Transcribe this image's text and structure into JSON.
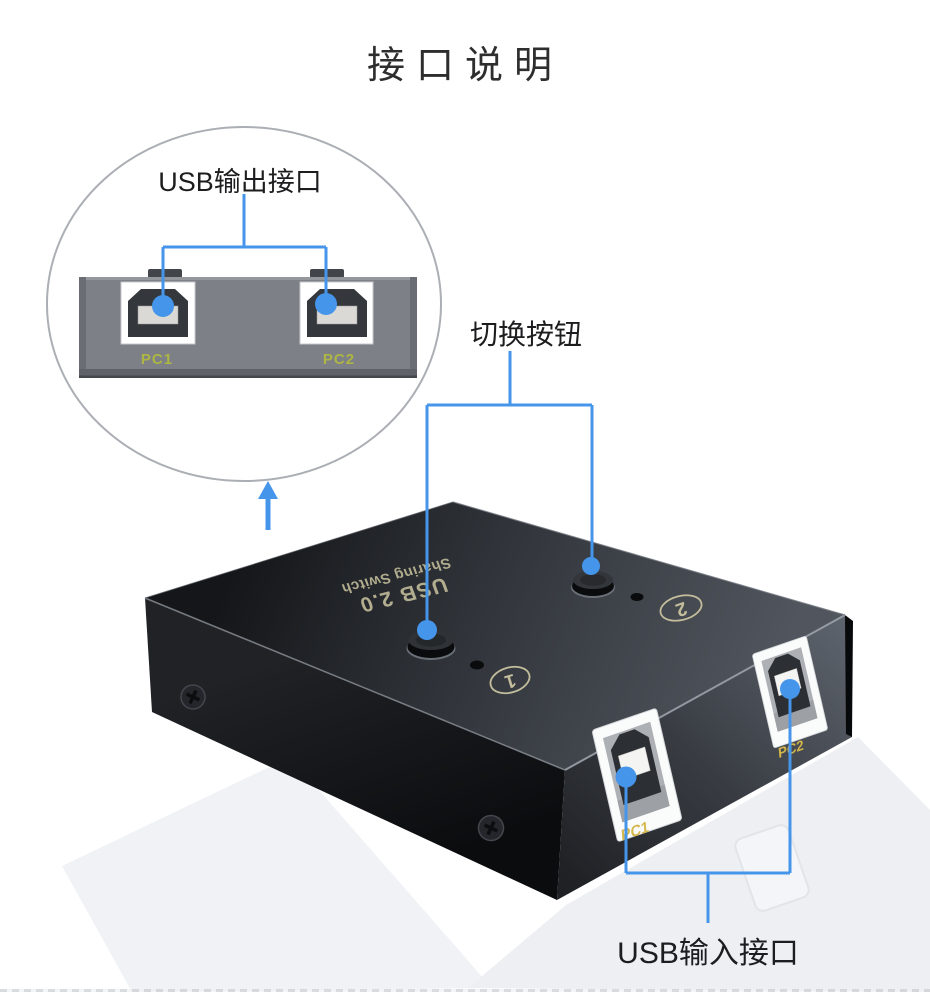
{
  "page": {
    "title": "接口说明"
  },
  "callouts": {
    "output_label": "USB输出接口",
    "switch_label": "切换按钮",
    "input_label": "USB输入接口"
  },
  "rear_panel": {
    "port1_label": "PC1",
    "port2_label": "PC2"
  },
  "front_panel": {
    "port1_label": "PC1",
    "port2_label": "PC2"
  },
  "device_print": {
    "line1": "USB 2.0",
    "line2": "Sharing Switch"
  },
  "top_buttons": {
    "button1_number": "1",
    "button2_number": "2"
  },
  "colors": {
    "accent": "#4595EA",
    "panel_gray": "#7D8086",
    "panel_label": "#ADB643",
    "device_label": "#D4B64A",
    "print_gold": "#B2AD8F",
    "title": "#2E2E2E",
    "circle_stroke": "#ABAEB4"
  }
}
